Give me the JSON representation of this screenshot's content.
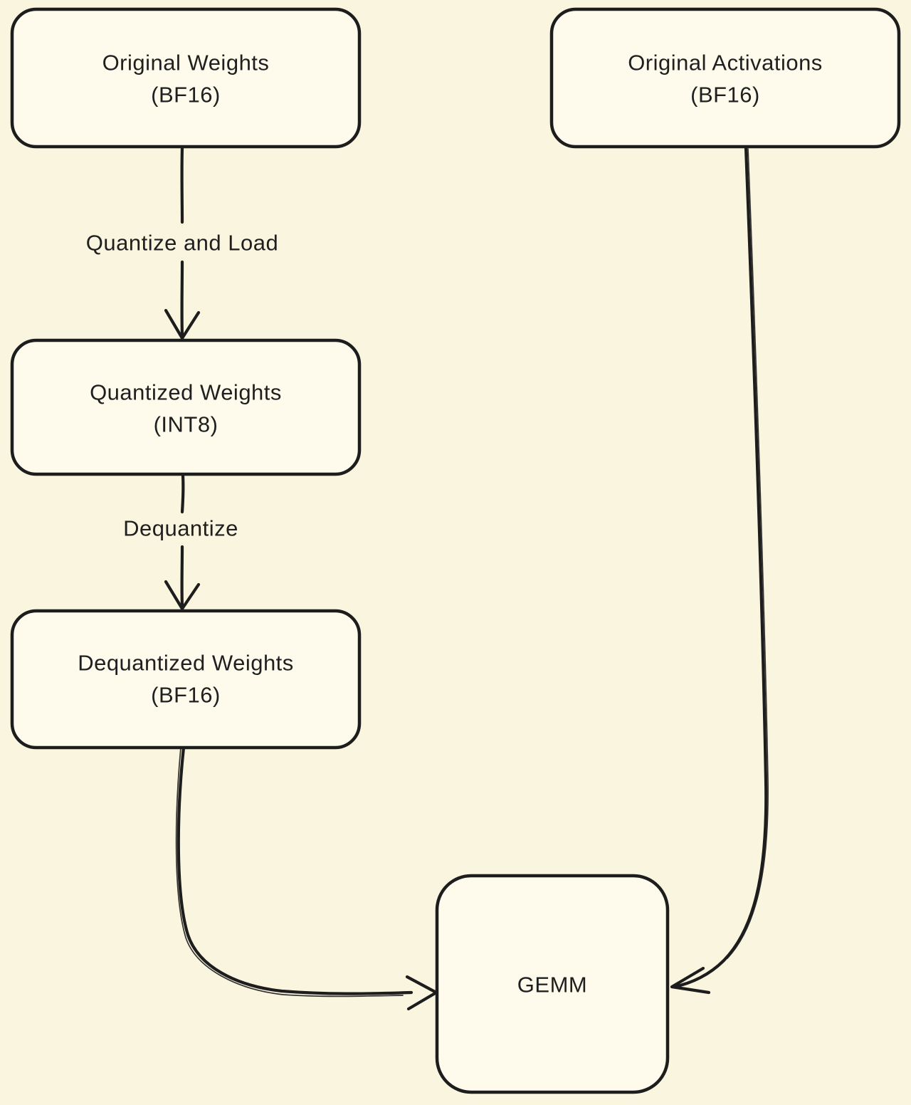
{
  "diagram": {
    "colors": {
      "background": "#FAF5DF",
      "node_fill": "#FEFBEC",
      "stroke": "#1d1d1d",
      "text": "#1f1f1f"
    },
    "nodes": {
      "original_weights": {
        "line1": "Original Weights",
        "line2": "(BF16)"
      },
      "original_activations": {
        "line1": "Original Activations",
        "line2": "(BF16)"
      },
      "quantized_weights": {
        "line1": "Quantized Weights",
        "line2": "(INT8)"
      },
      "dequantized_weights": {
        "line1": "Dequantized Weights",
        "line2": "(BF16)"
      },
      "gemm": {
        "label": "GEMM"
      }
    },
    "edges": {
      "quantize_and_load": {
        "label": "Quantize and Load",
        "from": "original_weights",
        "to": "quantized_weights"
      },
      "dequantize": {
        "label": "Dequantize",
        "from": "quantized_weights",
        "to": "dequantized_weights"
      },
      "weights_to_gemm": {
        "label": "",
        "from": "dequantized_weights",
        "to": "gemm"
      },
      "activations_to_gemm": {
        "label": "",
        "from": "original_activations",
        "to": "gemm"
      }
    }
  }
}
